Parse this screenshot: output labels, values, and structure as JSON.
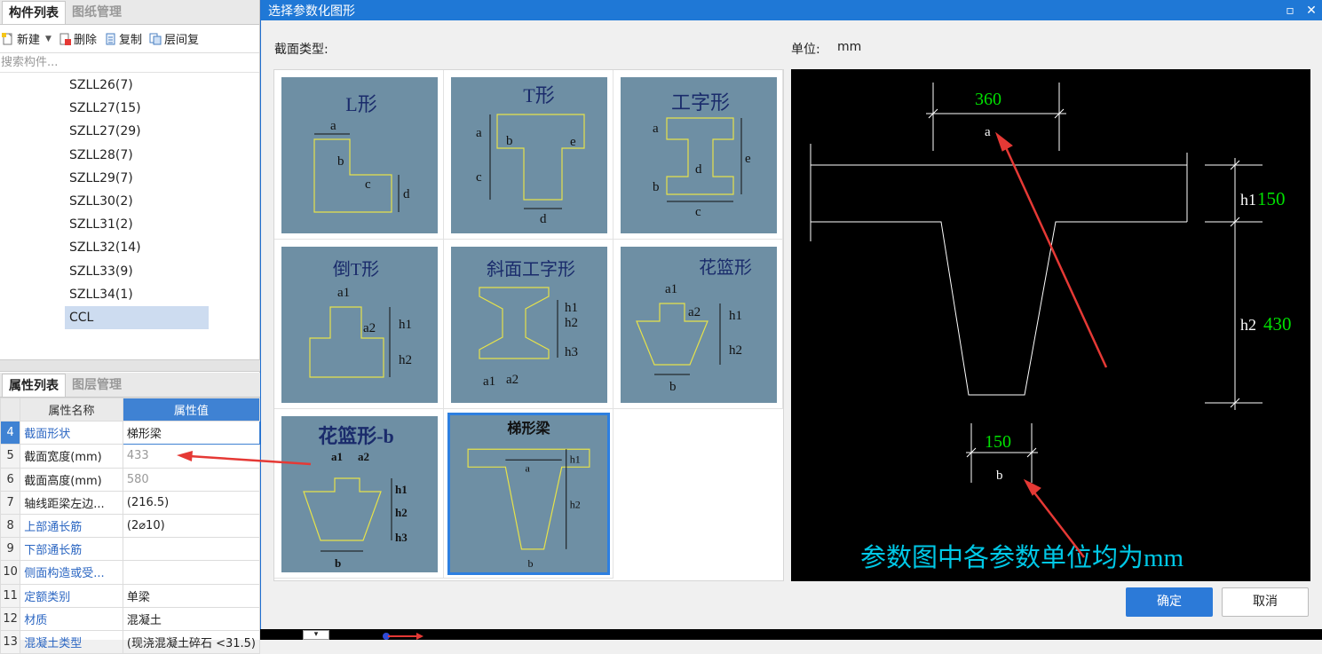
{
  "left_panel": {
    "tabs": [
      "构件列表",
      "图纸管理"
    ],
    "toolbar": {
      "new": "新建",
      "delete": "删除",
      "copy": "复制",
      "floor": "层间复"
    },
    "search_placeholder": "搜索构件...",
    "components": [
      "SZLL26(7)",
      "SZLL27(15)",
      "SZLL27(29)",
      "SZLL28(7)",
      "SZLL29(7)",
      "SZLL30(2)",
      "SZLL31(2)",
      "SZLL32(14)",
      "SZLL33(9)",
      "SZLL34(1)",
      "CCL"
    ],
    "prop_tabs": [
      "属性列表",
      "图层管理"
    ],
    "prop_headers": {
      "name": "属性名称",
      "value": "属性值"
    },
    "properties": [
      {
        "no": "4",
        "name": "截面形状",
        "value": "梯形梁"
      },
      {
        "no": "5",
        "name": "截面宽度(mm)",
        "value": "433"
      },
      {
        "no": "6",
        "name": "截面高度(mm)",
        "value": "580"
      },
      {
        "no": "7",
        "name": "轴线距梁左边...",
        "value": "(216.5)"
      },
      {
        "no": "8",
        "name": "上部通长筋",
        "value": "(2⌀10)"
      },
      {
        "no": "9",
        "name": "下部通长筋",
        "value": ""
      },
      {
        "no": "10",
        "name": "侧面构造或受...",
        "value": ""
      },
      {
        "no": "11",
        "name": "定额类别",
        "value": "单梁"
      },
      {
        "no": "12",
        "name": "材质",
        "value": "混凝土"
      },
      {
        "no": "13",
        "name": "混凝土类型",
        "value": "(现浇混凝土碎石 <31.5)"
      }
    ]
  },
  "dialog": {
    "title": "选择参数化图形",
    "section_label": "截面类型:",
    "unit_label": "单位:",
    "unit_value": "mm",
    "shapes": [
      "L形",
      "T形",
      "工字形",
      "倒T形",
      "斜面工字形",
      "花篮形",
      "花篮形-b",
      "梯形梁"
    ],
    "selected_shape": "梯形梁",
    "ok": "确定",
    "cancel": "取消"
  },
  "preview": {
    "a_value": "360",
    "h1_value": "150",
    "h2_value": "430",
    "b_value": "150",
    "param_a": "a",
    "param_b": "b",
    "param_h1": "h1",
    "param_h2": "h2",
    "note": "参数图中各参数单位均为mm",
    "dim_color": "#00e000",
    "line_color": "#ffffff",
    "note_color": "#00c8e6",
    "arrow_color": "#e53935"
  }
}
